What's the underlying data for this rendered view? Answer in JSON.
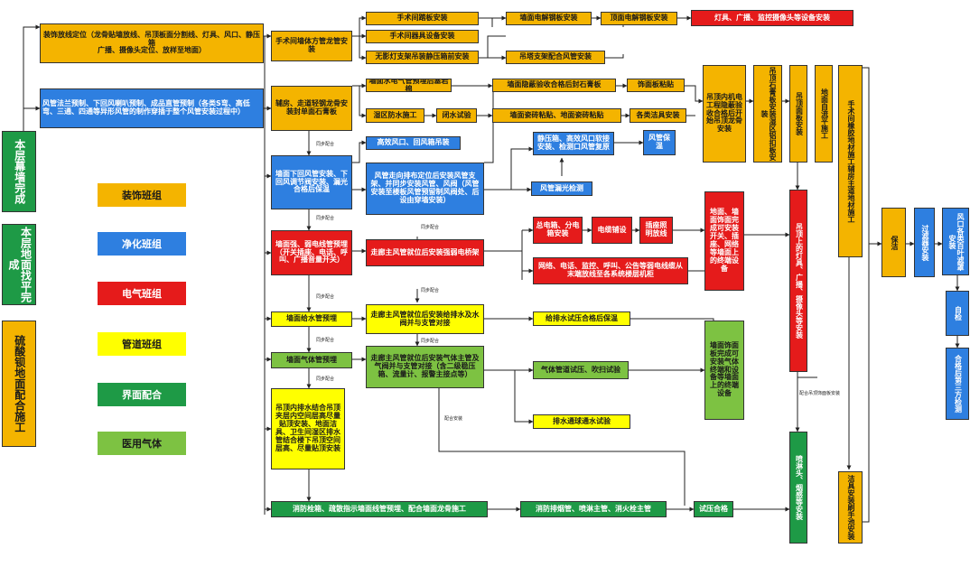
{
  "colors": {
    "decoration": "#f4b400",
    "purification": "#2e7fe0",
    "electrical": "#e51b1b",
    "pipeline": "#ffff00",
    "interface": "#1e9a46",
    "medical_gas": "#7dc242"
  },
  "legend": [
    {
      "label": "装饰班组",
      "color": "#f4b400"
    },
    {
      "label": "净化班组",
      "color": "#2e7fe0"
    },
    {
      "label": "电气班组",
      "color": "#e51b1b"
    },
    {
      "label": "管道班组",
      "color": "#ffff00"
    },
    {
      "label": "界面配合",
      "color": "#1e9a46"
    },
    {
      "label": "医用气体",
      "color": "#7dc242"
    }
  ],
  "side_nodes": {
    "curtain": "本层幕墙完成",
    "floor_level": "本层地面找平完成",
    "barium": "硫酸钡地面配合施工"
  },
  "nodes": {
    "deco_position": "装饰放线定位（龙骨贴墙放线、吊顶板面分割线、灯具、风口、静压箱\n广播、摄像头定位、放样至地面）",
    "duct_prefab": "风管法兰预制、下回风喇叭预制、成品直管预制（各类S弯、高低弯、三通、四通等异形风管的制作穿插于整个风管安装过程中）",
    "op_wall_keel": "手术间墙体方管龙管安装",
    "aux_light_keel": "辅房、走道轻钢龙骨安装封单面石膏板",
    "op_stair_panel": "手术间踏板安装",
    "op_equipment": "手术间器具设备安装",
    "shadowless_lamp": "无影灯支架吊装静压箱前安装",
    "wall_electrolytic": "墙面电解钢板安装",
    "hanger_duct": "吊塔支架配合风管安装",
    "ceiling_electrolytic": "顶面电解钢板安装",
    "lights_broadcast": "灯具、广播、监控摄像头等设备安装",
    "wall_plumbing_plug": "墙面水电气管预埋后塞岩棉",
    "wall_concealed": "墙面隐蔽验收合格后封石膏板",
    "finish_panel": "饰面板粘贴",
    "wet_waterproof": "湿区防水施工",
    "closed_water_test": "闭水试验",
    "wall_floor_tile": "墙面瓷砖粘贴、地面瓷砖粘贴",
    "sanitary": "各类洁具安装",
    "hepa_return": "高效风口、回风箱吊装",
    "static_box": "静压箱、高效风口软接安装、检测口风管复原",
    "duct_insulation": "风管保温",
    "return_duct": "墙面下回风管安装、下回风调节阀安装、漏光合格后保温",
    "corridor_duct": "风管走向排布定位后安装风管支架、并同步安装风管、风阀（风管安装至楼板风管预留制风阀处、后设由穿墙安装）",
    "duct_leak": "风管漏光检测",
    "electric_conduit": "墙面强、弱电线管预埋（开关插座、电话、呼叫、广播音量开关）",
    "corridor_tray": "走廊主风管就位后安装强弱电桥架",
    "distribution_box": "总电箱、分电箱安装",
    "cable_lay": "电缆铺设",
    "socket_wire": "插座照明放线",
    "network_cable": "网络、电话、监控、呼叫、公告等弱电线缆从末端放线至各系统楼层机柜",
    "ceiling_inspect": "吊顶内机电工程隐蔽验收合格后开始吊顶龙骨安装",
    "ceiling_gypsum": "吊顶石膏板安装湿区铝扣板安装",
    "ceiling_panel": "吊顶面板安装",
    "floor_self_level": "地面自流平施工",
    "rubber_floor": "手术间橡胶地材施工辅房主道地材施工",
    "wall_floor_socket": "地面、墙面饰面完成可安装开关、插座、网络等墙面上的终端设备",
    "ceiling_lamp": "吊顶上的灯具、广播、摄像头等安装",
    "water_pipe_embed": "墙面给水管预埋",
    "corridor_water": "走廊主风管就位后安装给排水及水阀并与支管对接",
    "water_test_insul": "给排水试压合格后保温",
    "gas_pipe_embed": "墙面气体管预埋",
    "corridor_gas": "走廊主风管就位后安装气体主管及气阀并与支管对接（含二级稳压箱、流量计、报警主接点等）",
    "gas_test": "气体管道试压、吹扫试验",
    "gas_terminal": "墙面饰面板完成可安装气体终端和设备等墙面上的终端设备",
    "ceiling_drain": "吊顶内排水结合吊顶夹层内空间层高尽量贴顶安装、地面洁具、卫生间湿区排水管结合楼下吊顶空间层高、尽量贴顶安装",
    "drain_test": "排水通球通水试验",
    "fire_pipe": "消防栓箱、疏散指示墙面线管预埋、配合墙面龙骨施工",
    "fire_spray": "消防排烟管、喷淋主管、消火栓主管",
    "pressure_ok": "试压合格",
    "sprinkler": "喷淋头、烟感等安装",
    "sanitary_faucet": "洁具安装刷手池安装",
    "cleaning": "保洁",
    "filter": "过滤器安装",
    "outlet_clean": "风口各类百叶滤罩安装",
    "self_check": "自检",
    "third_party": "合格后第三方检测"
  },
  "annotations": {
    "sync1": "同步配合",
    "sync2": "同步配合",
    "sync3": "同步配合",
    "sync4": "同步配合",
    "sync5": "同步配合",
    "sync6": "同步配合",
    "sync7": "同步配合",
    "sync8": "同步配合",
    "coop_install": "配合安装",
    "coop_ceiling": "配合吊顶饰面板安装"
  }
}
